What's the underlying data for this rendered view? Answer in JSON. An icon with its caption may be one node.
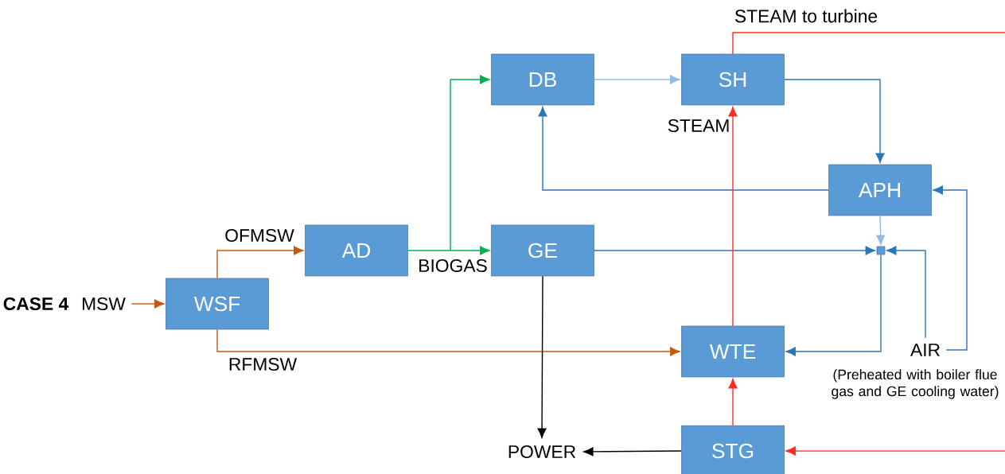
{
  "diagram": {
    "nodes": [
      {
        "text": [
          "MSW"
        ]
      },
      {
        "text": [
          "WSF"
        ]
      },
      {
        "text": [
          "AD"
        ]
      },
      {
        "text": [
          "DB"
        ]
      },
      {
        "text": [
          "SH"
        ]
      },
      {
        "text": [
          "GE"
        ]
      },
      {
        "text": [
          "APH"
        ]
      },
      {
        "text": [],
        "shape": "box"
      },
      {
        "text": [
          "WTE"
        ]
      },
      {
        "text": [
          "AIR"
        ],
        "beside": [
          "(Preheated with boiler flue gas and GE cooling water)"
        ]
      },
      {
        "text": [
          "STG"
        ]
      },
      {
        "text": [
          "POWER"
        ]
      }
    ],
    "edges": [
      {
        "from": 0,
        "to": 1,
        "arrow": "to",
        "color": "#c55a11"
      },
      {
        "from": 1,
        "to": 2,
        "arrow": "to",
        "color": "#c55a11",
        "label": "OFMSW"
      },
      {
        "from": 1,
        "to": 8,
        "arrow": "to",
        "color": "#c55a11",
        "label": "RFMSW"
      },
      {
        "from": 2,
        "to": 5,
        "arrow": "to",
        "color": "#00b050",
        "label": "BIOGAS"
      },
      {
        "from": 2,
        "to": 3,
        "arrow": "to",
        "color": "#00b050"
      },
      {
        "from": 3,
        "to": 4,
        "arrow": "to",
        "color": "#8fbbe6"
      },
      {
        "from": 4,
        "to": 6,
        "arrow": "to",
        "color": "#2e75b6"
      },
      {
        "from": 6,
        "to": 3,
        "arrow": "to",
        "color": "#2e75b6"
      },
      {
        "from": 6,
        "to": 7,
        "arrow": "to",
        "color": "#8fbbe6"
      },
      {
        "from": 5,
        "to": 7,
        "arrow": "to",
        "color": "#2e75b6"
      },
      {
        "from": 9,
        "to": 7,
        "arrow": "to",
        "color": "#2e75b6"
      },
      {
        "from": 7,
        "to": 8,
        "arrow": "to",
        "color": "#2e75b6"
      },
      {
        "from": 9,
        "to": 6,
        "arrow": "to",
        "color": "#2e75b6"
      },
      {
        "from": 4,
        "to": null,
        "arrow": "none",
        "color": "#ff2d20",
        "label": "STEAM to turbine"
      },
      {
        "from": 8,
        "to": 4,
        "arrow": "to",
        "color": "#ff2d20",
        "label": "STEAM"
      },
      {
        "from": 10,
        "to": 8,
        "arrow": "to",
        "color": "#ff2d20"
      },
      {
        "from": null,
        "to": 10,
        "arrow": "to",
        "color": "#ff2d20"
      },
      {
        "from": 5,
        "to": 11,
        "arrow": "to",
        "color": "#000000"
      },
      {
        "from": 10,
        "to": 11,
        "arrow": "to",
        "color": "#000000"
      }
    ],
    "labels": [
      "CASE 4"
    ]
  }
}
